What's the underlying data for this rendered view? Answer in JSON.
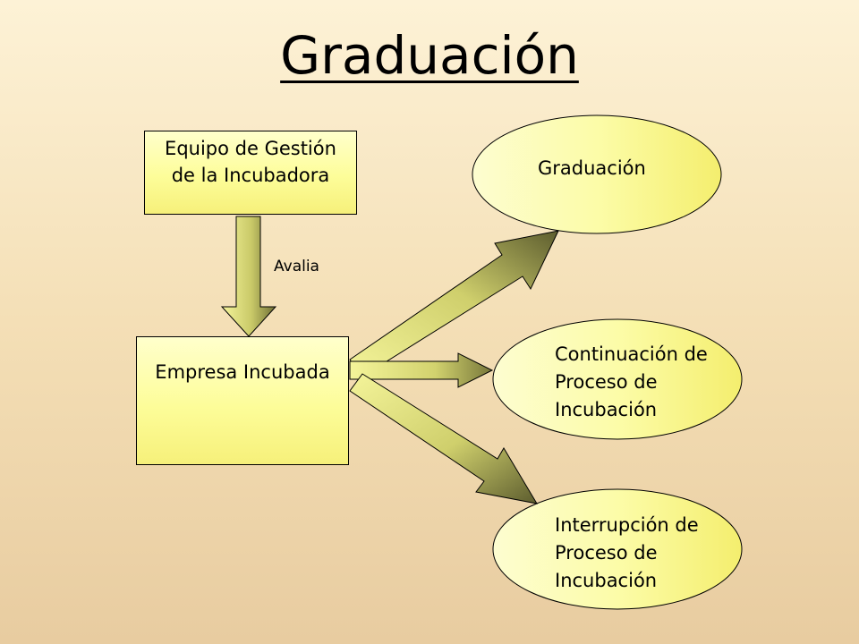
{
  "title": "Graduación",
  "nodes": {
    "equipo": {
      "line1": "Equipo de Gestión",
      "line2": "de la Incubadora"
    },
    "empresa": {
      "label": "Empresa Incubada"
    },
    "graduacion": {
      "label": "Graduación"
    },
    "continuacion": {
      "line1": "Continuación de",
      "line2": "Proceso de",
      "line3": "Incubación"
    },
    "interrupcion": {
      "line1": "Interrupción de",
      "line2": "Proceso de",
      "line3": "Incubación"
    }
  },
  "edges": {
    "avalia": "Avalia"
  },
  "colors": {
    "box_fill": "#ffff99",
    "arrow_light": "#f2f28a",
    "arrow_dark": "#5c5c2e"
  }
}
